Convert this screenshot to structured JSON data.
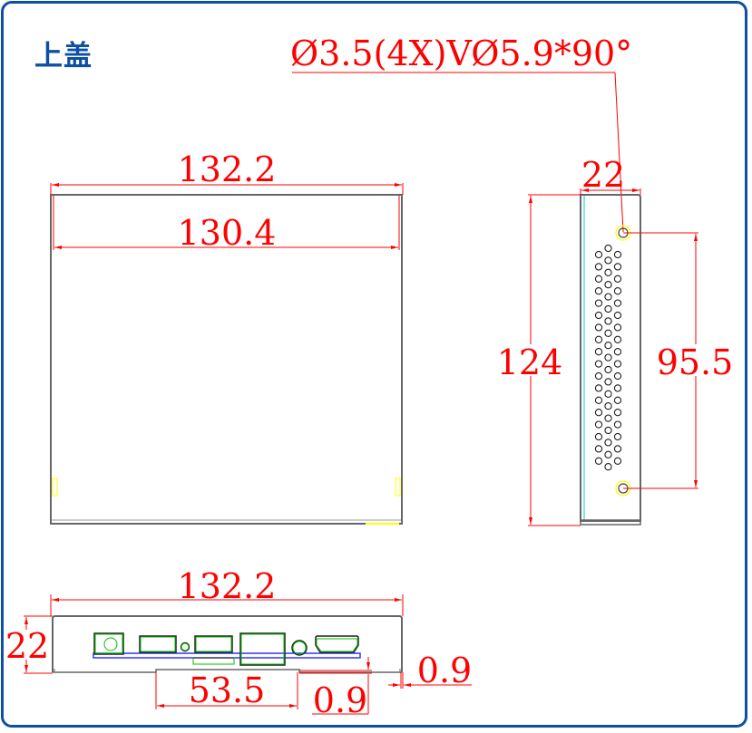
{
  "title": "上盖",
  "callout": {
    "hole_note": "Ø3.5(4X)VØ5.9*90°"
  },
  "top_view": {
    "outer_width": "132.2",
    "inner_width": "130.4"
  },
  "side_view": {
    "width": "22",
    "height": "124",
    "hole_spacing": "95.5"
  },
  "front_view": {
    "width": "132.2",
    "height": "22",
    "cutout_width": "53.5",
    "step_height": "0.9",
    "wall_thickness": "0.9"
  },
  "colors": {
    "frame": "#0d4fa3",
    "dimension": "#ff0000",
    "outline": "#555555",
    "ports": "#00c000",
    "pcb": "#3333ff",
    "holes_highlight": "#ffff00",
    "inner_edge": "#00d0d0"
  }
}
